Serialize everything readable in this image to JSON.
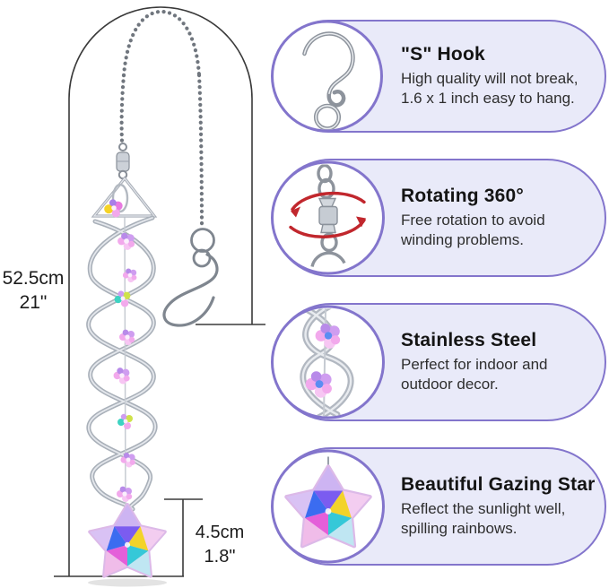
{
  "figure": {
    "overall_length": {
      "cm": "52.5cm",
      "inch": "21\""
    },
    "star_size": {
      "cm": "4.5cm",
      "inch": "1.8\""
    }
  },
  "features": [
    {
      "title": "\"S\" Hook",
      "lines": [
        "High quality will not break,",
        "1.6 x 1 inch easy to hang."
      ],
      "icon": "s-hook-photo"
    },
    {
      "title": "Rotating 360°",
      "lines": [
        "Free rotation to avoid",
        "winding problems."
      ],
      "icon": "swivel-rotating-photo"
    },
    {
      "title": "Stainless Steel",
      "lines": [
        "Perfect for indoor and",
        "outdoor decor."
      ],
      "icon": "spiral-stainless-photo"
    },
    {
      "title": "Beautiful Gazing Star",
      "lines": [
        "Reflect the sunlight well,",
        "spilling rainbows."
      ],
      "icon": "gazing-star-photo"
    }
  ],
  "colors": {
    "accent": "#8375CC",
    "card_bg": "#E9EAF9",
    "rotation_arrow": "#C1272D",
    "measure_line": "#3A3A3A"
  }
}
